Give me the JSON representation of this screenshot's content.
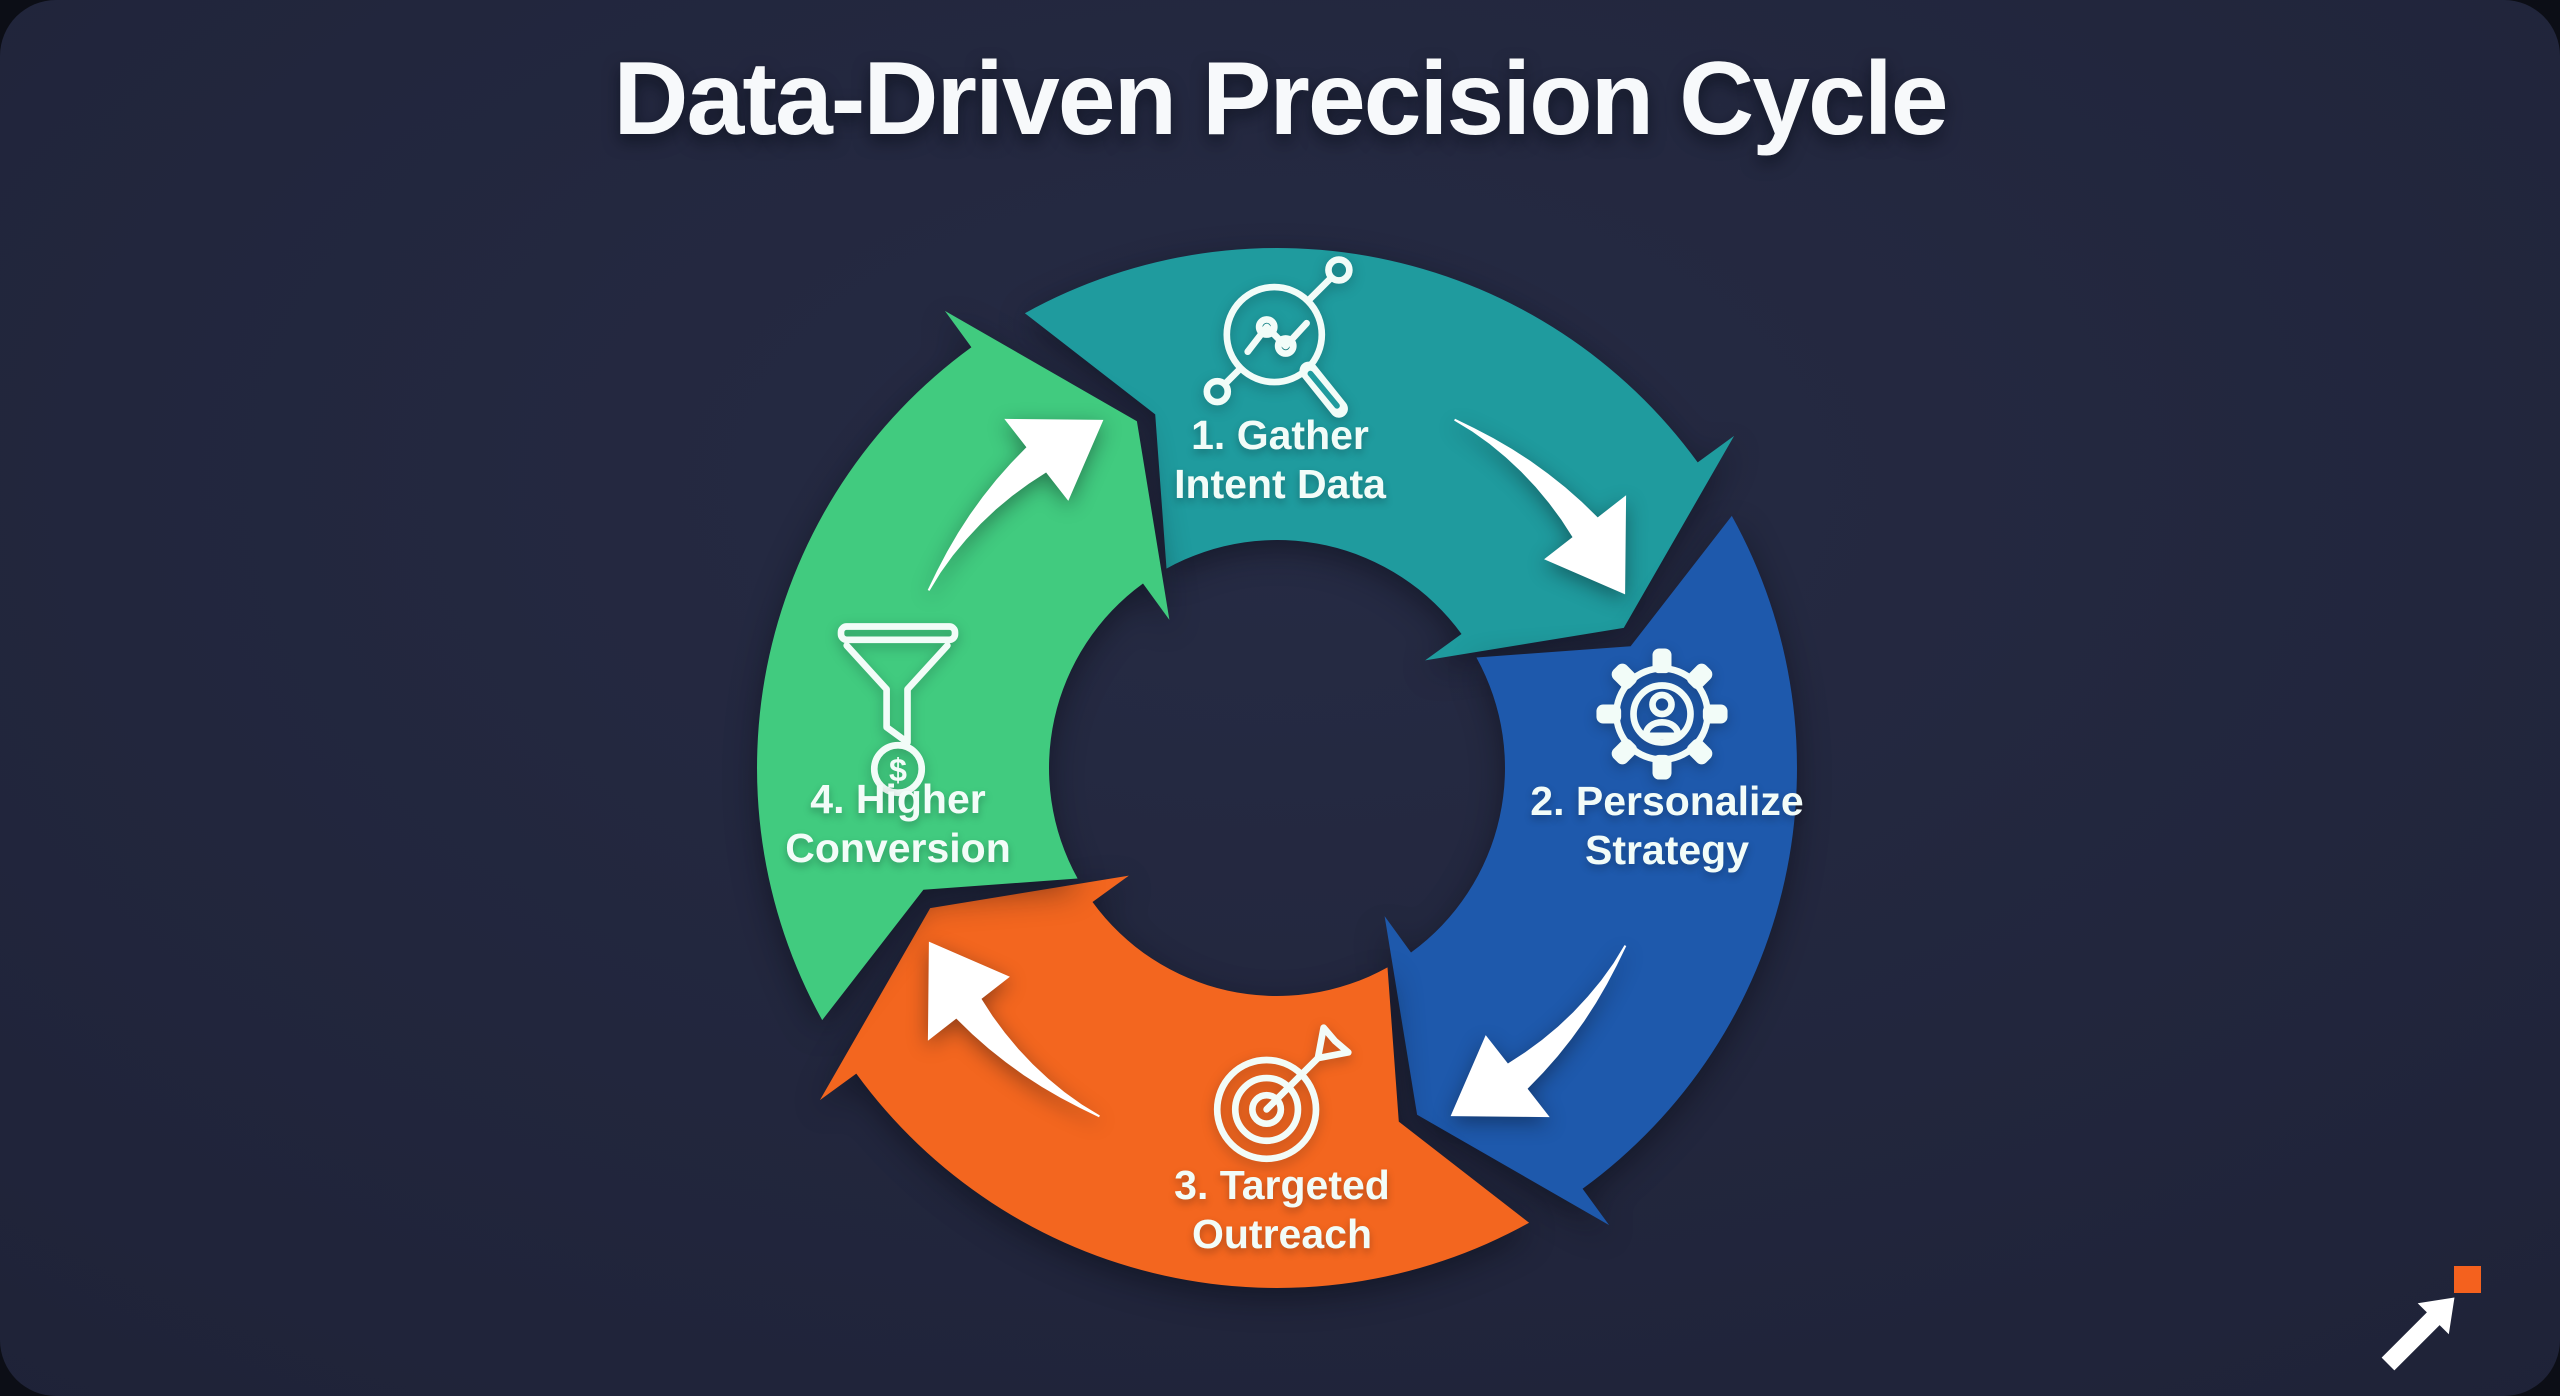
{
  "title": "Data-Driven Precision Cycle",
  "theme": {
    "canvas_background": "#0c0e16",
    "card_background": "#20243a",
    "title_color": "#f7f9fb",
    "label_color": "#f2fcf8",
    "icon_stroke_color": "#f2fcf8",
    "connector_color": "#ffffff"
  },
  "diagram": {
    "type": "cycle",
    "direction": "clockwise",
    "steps": [
      {
        "number": "1",
        "lines": [
          "1. Gather",
          "Intent Data"
        ],
        "icon": "search-analytics-icon",
        "color": "#1f9b9e"
      },
      {
        "number": "2",
        "lines": [
          "2. Personalize",
          "Strategy"
        ],
        "icon": "gear-user-icon",
        "color": "#1e59ac"
      },
      {
        "number": "3",
        "lines": [
          "3. Targeted",
          "Outreach"
        ],
        "icon": "target-dart-icon",
        "color": "#f3661f"
      },
      {
        "number": "4",
        "lines": [
          "4. Higher",
          "Conversion"
        ],
        "icon": "funnel-dollar-icon",
        "color": "#41cb7f",
        "icon_text": "$"
      }
    ]
  },
  "logo": {
    "name": "growth-arrow-logo",
    "arrow_color": "#ffffff",
    "square_color": "#f4611e"
  }
}
